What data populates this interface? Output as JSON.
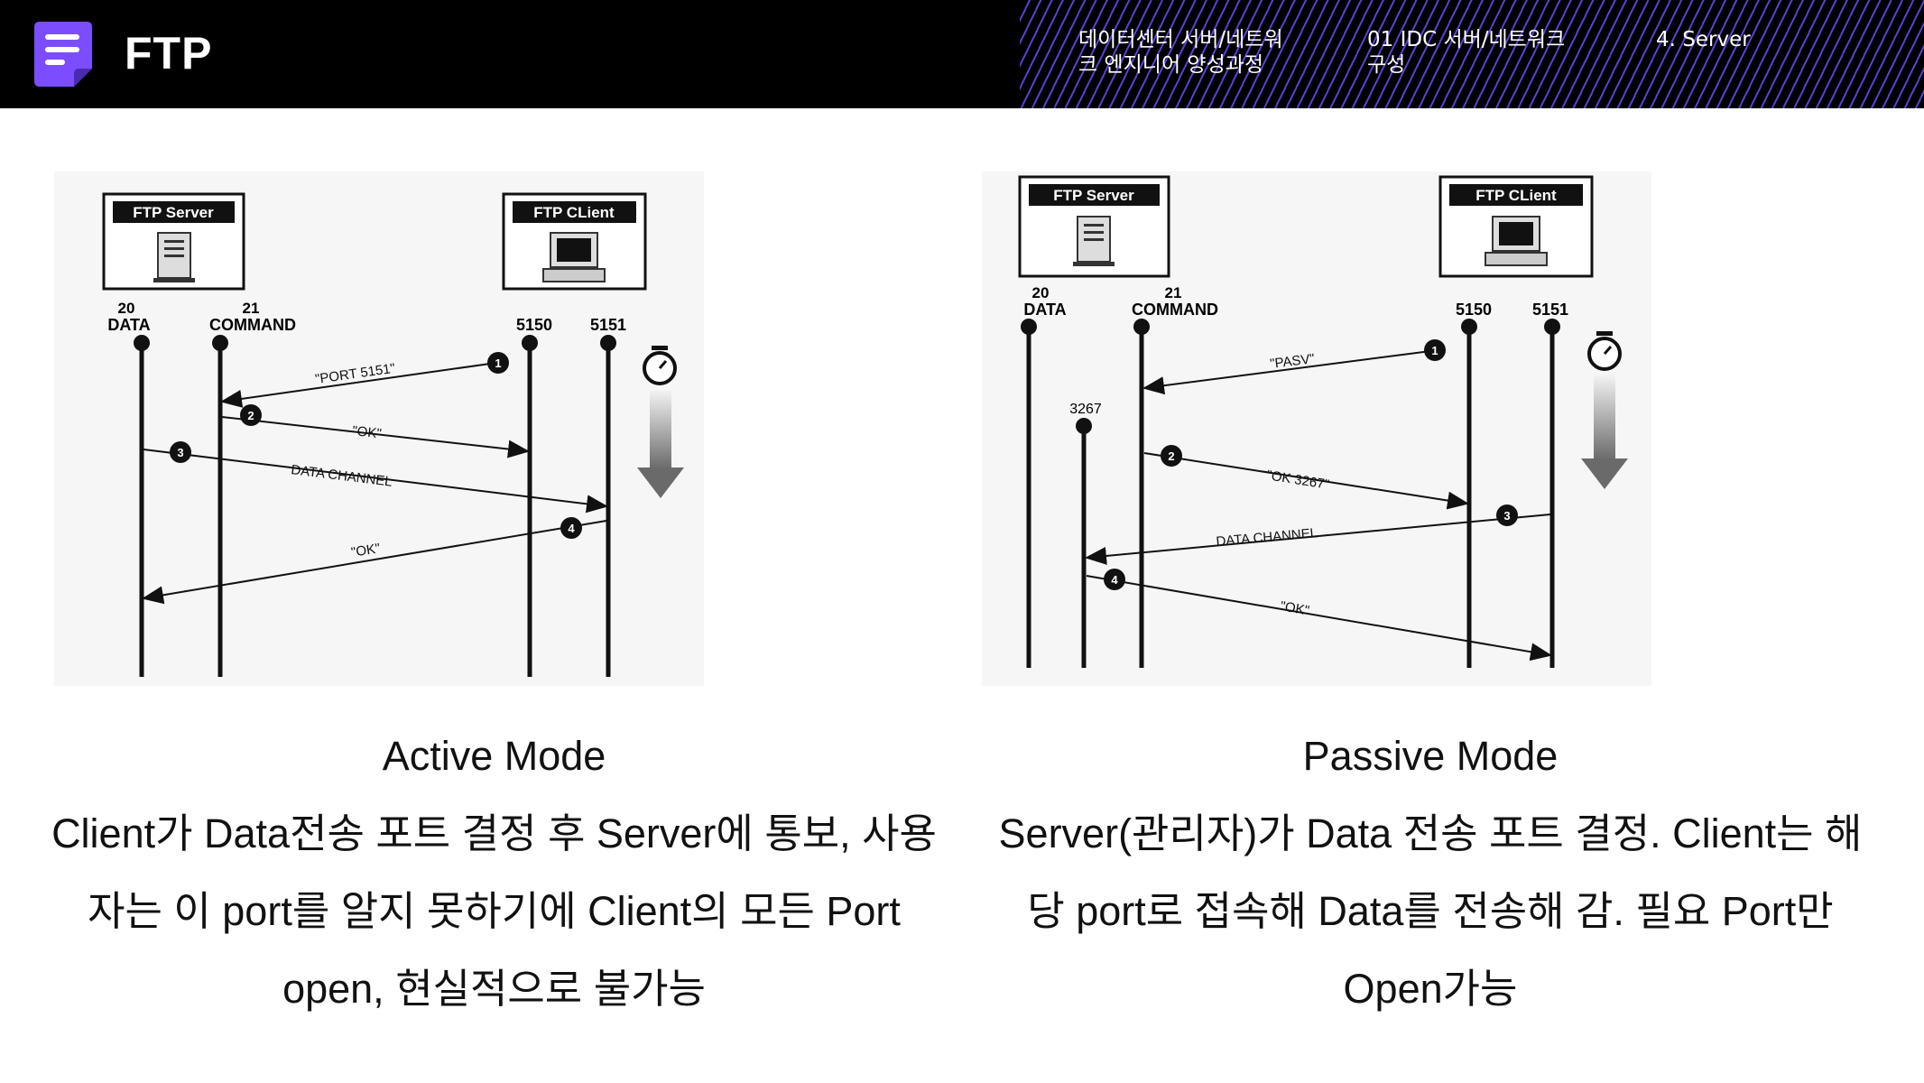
{
  "header": {
    "title": "FTP",
    "breadcrumbs": [
      "데이터센터 서버/네트워\n크 엔지니어 양성과정",
      "01 IDC 서버/네트워크\n구성",
      "4. Server"
    ],
    "accent_color": "#7b4dff"
  },
  "active": {
    "server_box": "FTP Server",
    "client_box": "FTP CLient",
    "port_20": "20",
    "data_label": "DATA",
    "port_21": "21",
    "command_label": "COMMAND",
    "port_5150": "5150",
    "port_5151": "5151",
    "msg1": "\"PORT 5151\"",
    "msg2": "\"OK\"",
    "msg3": "DATA CHANNEL",
    "msg4": "\"OK\"",
    "step1": "1",
    "step2": "2",
    "step3": "3",
    "step4": "4"
  },
  "passive": {
    "server_box": "FTP Server",
    "client_box": "FTP CLient",
    "port_20": "20",
    "data_label": "DATA",
    "port_21": "21",
    "command_label": "COMMAND",
    "port_5150": "5150",
    "port_5151": "5151",
    "port_3267": "3267",
    "msg1": "\"PASV\"",
    "msg2": "\"OK 3267\"",
    "msg3": "DATA CHANNEL",
    "msg4": "\"OK\"",
    "step1": "1",
    "step2": "2",
    "step3": "3",
    "step4": "4"
  },
  "captions": {
    "active_title": "Active Mode",
    "active_body": "Client가 Data전송 포트 결정 후 Server에 통보, 사용자는 이 port를 알지 못하기에 Client의 모든 Port open, 현실적으로 불가능",
    "passive_title": "Passive Mode",
    "passive_body": "Server(관리자)가 Data 전송 포트 결정. Client는 해당 port로 접속해 Data를 전송해 감. 필요 Port만 Open가능"
  }
}
